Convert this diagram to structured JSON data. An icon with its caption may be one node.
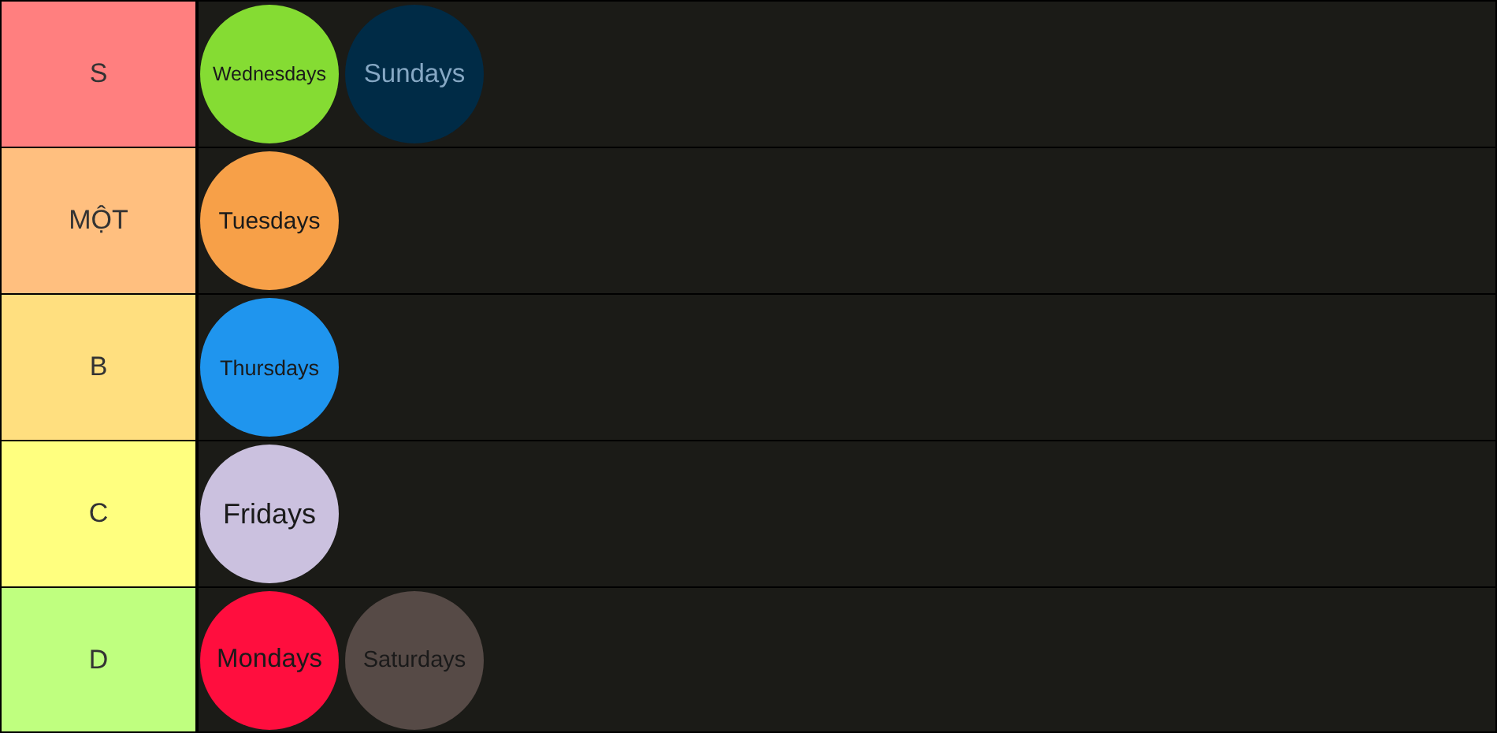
{
  "diagram": {
    "nodes": [
      {
        "text": [
          "S"
        ]
      },
      {
        "text": [
          "Wednesdays"
        ]
      },
      {
        "text": [
          "Sundays"
        ]
      },
      {
        "text": [
          "MỘT"
        ]
      },
      {
        "text": [
          "Tuesdays"
        ]
      },
      {
        "text": [
          "B"
        ]
      },
      {
        "text": [
          "Thursdays"
        ]
      },
      {
        "text": [
          "C"
        ]
      },
      {
        "text": [
          "Fridays"
        ]
      },
      {
        "text": [
          "D"
        ]
      },
      {
        "text": [
          "Mondays"
        ]
      },
      {
        "text": [
          "Saturdays"
        ]
      }
    ]
  }
}
